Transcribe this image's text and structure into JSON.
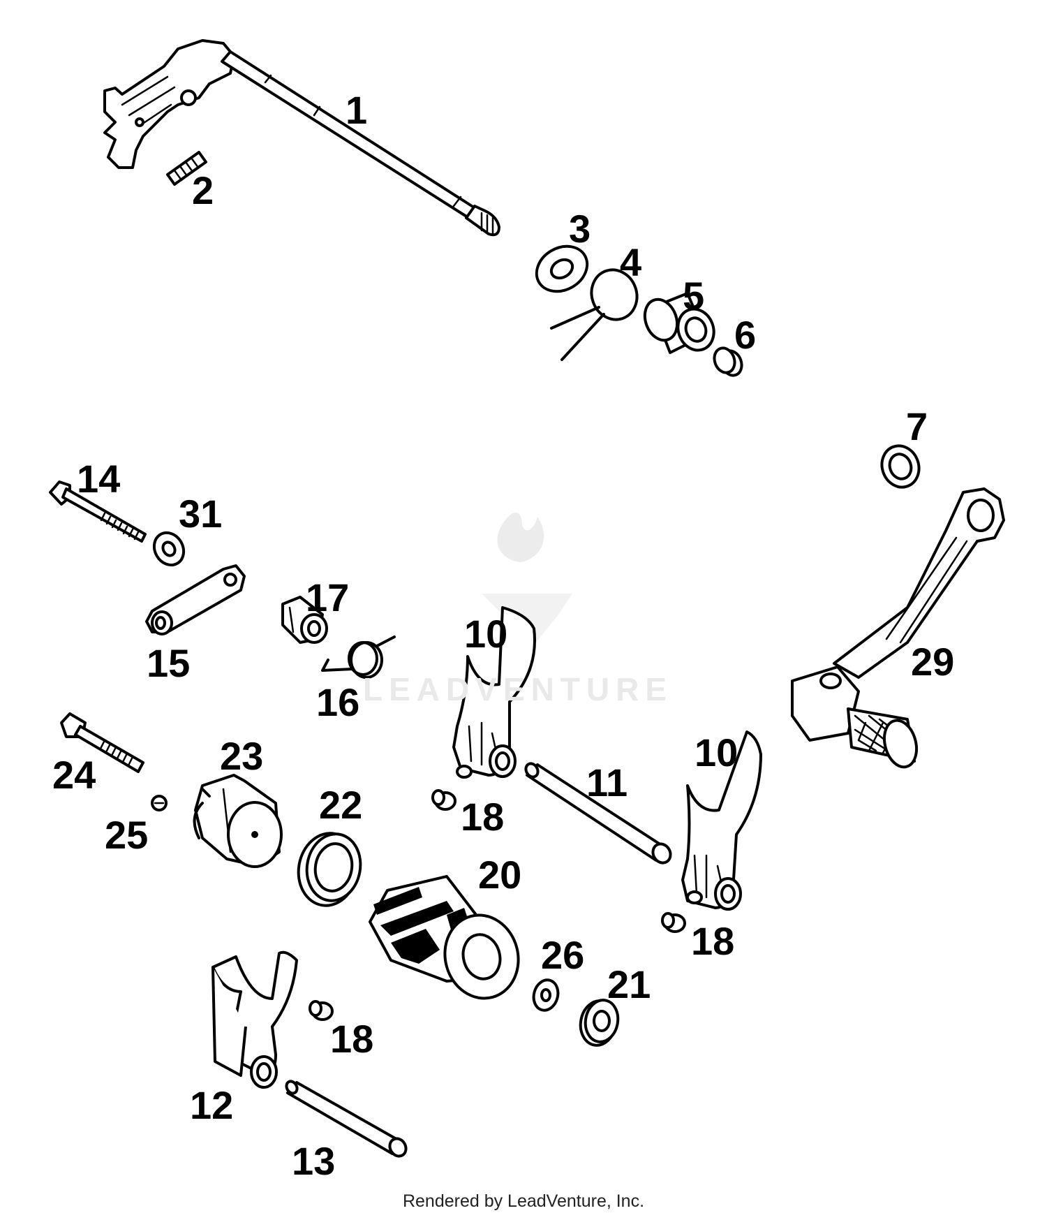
{
  "diagram": {
    "watermark": "LEADVENTURE",
    "footer": "Rendered by LeadVenture, Inc.",
    "callouts": [
      {
        "id": "c1",
        "text": "1"
      },
      {
        "id": "c2",
        "text": "2"
      },
      {
        "id": "c3",
        "text": "3"
      },
      {
        "id": "c4",
        "text": "4"
      },
      {
        "id": "c5",
        "text": "5"
      },
      {
        "id": "c6",
        "text": "6"
      },
      {
        "id": "c7",
        "text": "7"
      },
      {
        "id": "c14",
        "text": "14"
      },
      {
        "id": "c31",
        "text": "31"
      },
      {
        "id": "c17",
        "text": "17"
      },
      {
        "id": "c15",
        "text": "15"
      },
      {
        "id": "c16",
        "text": "16"
      },
      {
        "id": "c10a",
        "text": "10"
      },
      {
        "id": "c29",
        "text": "29"
      },
      {
        "id": "c24",
        "text": "24"
      },
      {
        "id": "c23",
        "text": "23"
      },
      {
        "id": "c11",
        "text": "11"
      },
      {
        "id": "c10b",
        "text": "10"
      },
      {
        "id": "c22",
        "text": "22"
      },
      {
        "id": "c18a",
        "text": "18"
      },
      {
        "id": "c25",
        "text": "25"
      },
      {
        "id": "c20",
        "text": "20"
      },
      {
        "id": "c18b",
        "text": "18"
      },
      {
        "id": "c26",
        "text": "26"
      },
      {
        "id": "c21",
        "text": "21"
      },
      {
        "id": "c18c",
        "text": "18"
      },
      {
        "id": "c12",
        "text": "12"
      },
      {
        "id": "c13",
        "text": "13"
      }
    ]
  }
}
